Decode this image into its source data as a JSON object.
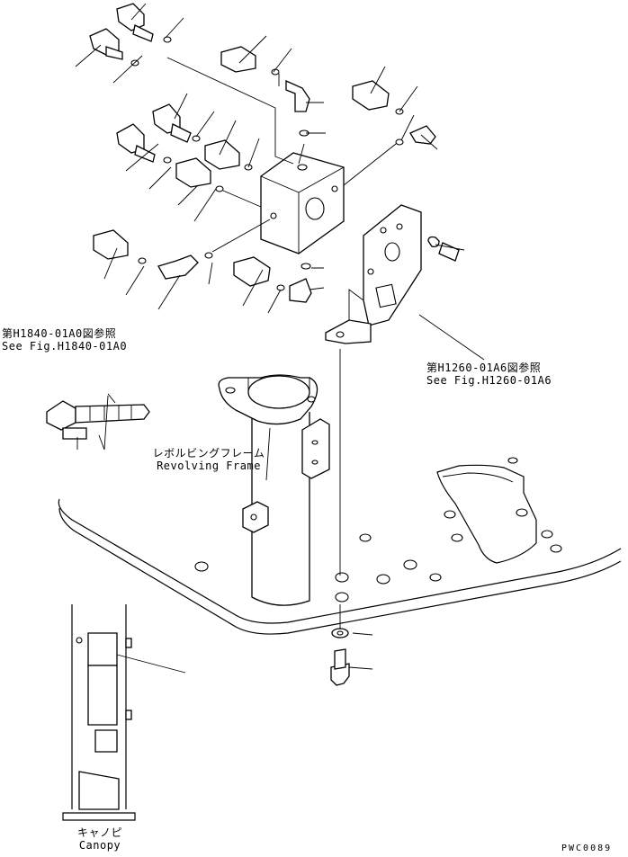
{
  "labels": {
    "ref_h1840": {
      "jp": "第H1840-01A0図参照",
      "en": "See Fig.H1840-01A0"
    },
    "ref_h1260": {
      "jp": "第H1260-01A6図参照",
      "en": "See Fig.H1260-01A6"
    },
    "revolving_frame": {
      "jp": "レボルビングフレーム",
      "en": "Revolving Frame"
    },
    "canopy": {
      "jp": "キャノピ",
      "en": "Canopy"
    },
    "drawing_code": "PWC0089"
  }
}
